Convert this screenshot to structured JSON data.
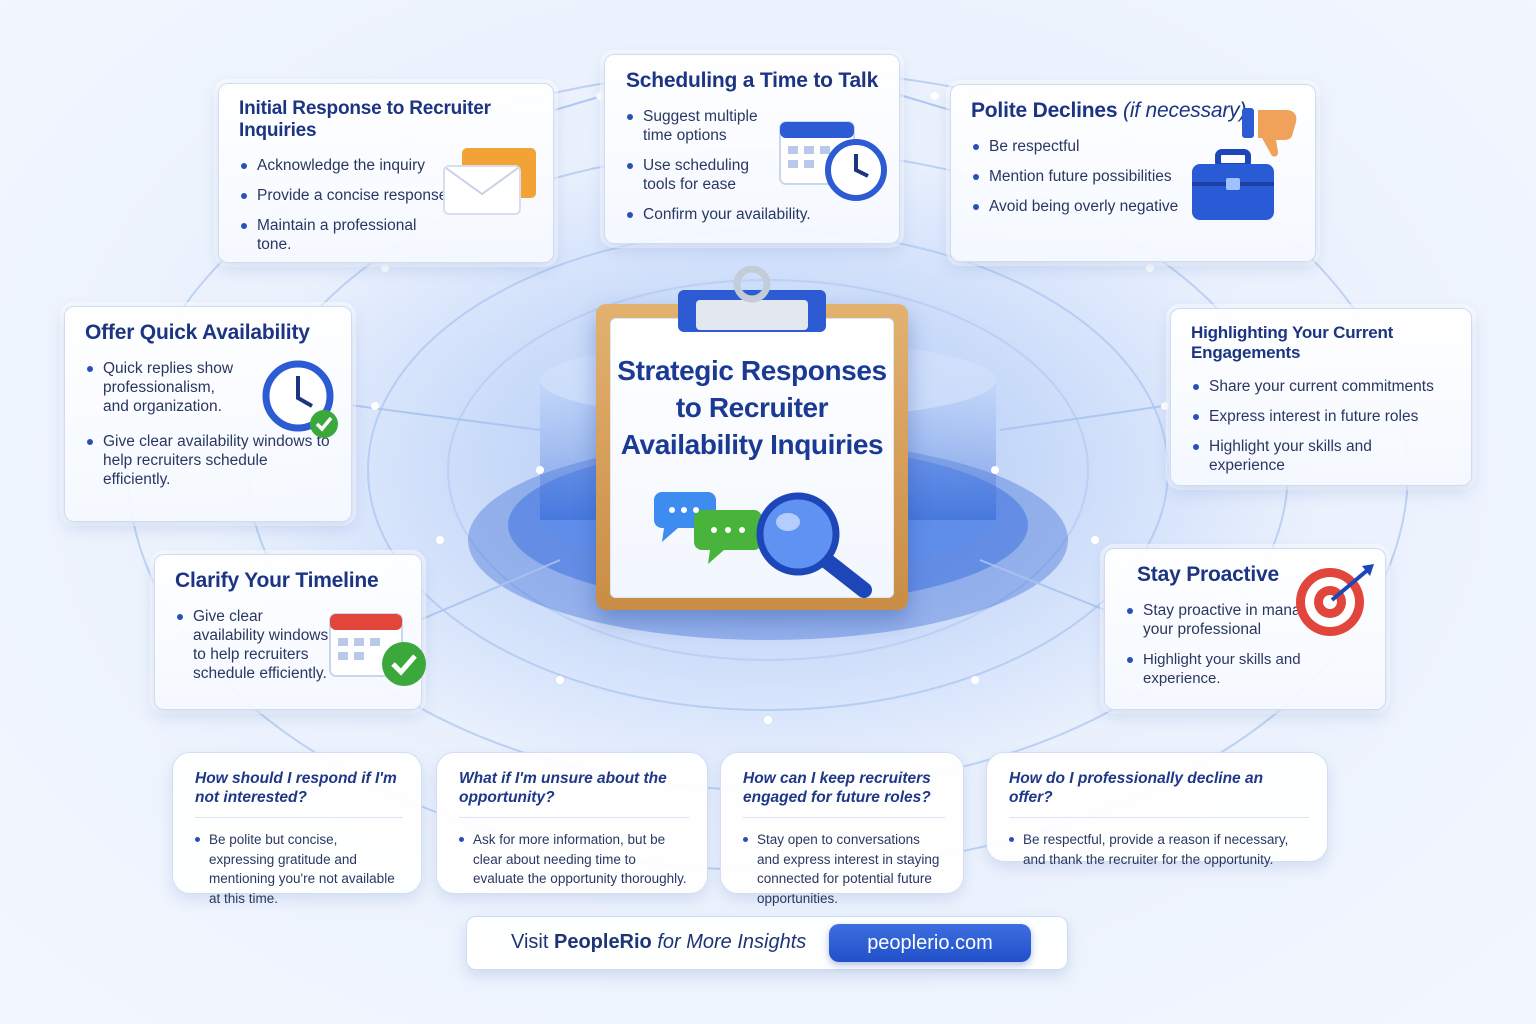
{
  "center": {
    "title_lines": [
      "Strategic Responses",
      "to Recruiter",
      "Availability Inquiries"
    ]
  },
  "cards": {
    "initial": {
      "title": "Initial Response to Recruiter Inquiries",
      "items": [
        "Acknowledge the inquiry",
        "Provide a concise response",
        "Maintain a professional tone."
      ]
    },
    "scheduling": {
      "title": "Scheduling a Time to Talk",
      "items": [
        "Suggest multiple time options",
        "Use scheduling tools for ease",
        "Confirm your availability."
      ]
    },
    "declines": {
      "title": "Polite Declines",
      "title_sub": "(if necessary)",
      "items": [
        "Be respectful",
        "Mention future possibilities",
        "Avoid being overly negative"
      ]
    },
    "offer": {
      "title": "Offer Quick Availability",
      "items": [
        "Quick replies show professionalism, and organization.",
        "Give clear availability windows to help recruiters schedule efficiently."
      ]
    },
    "highlight": {
      "title": "Highlighting Your Current Engagements",
      "items": [
        "Share your current commitments",
        "Express interest in future roles",
        "Highlight your skills and experience"
      ]
    },
    "clarify": {
      "title": "Clarify Your Timeline",
      "items": [
        "Give clear availability windows to help recruiters schedule efficiently."
      ]
    },
    "proactive": {
      "title": "Stay Proactive",
      "items": [
        "Stay proactive in managing your professional",
        "Highlight your skills and experience."
      ]
    }
  },
  "faqs": [
    {
      "q": "How should I respond if I'm not interested?",
      "a": "Be polite but concise, expressing gratitude and mentioning you're not available at this time."
    },
    {
      "q": "What if I'm unsure about the opportunity?",
      "a": "Ask for more information, but be clear about needing time to evaluate the opportunity thoroughly."
    },
    {
      "q": "How can I keep recruiters engaged for future roles?",
      "a": "Stay open to conversations and express interest in staying connected for potential future opportunities."
    },
    {
      "q": "How do I professionally decline an offer?",
      "a": "Be respectful, provide a reason if necessary, and thank the recruiter for the opportunity."
    }
  ],
  "footer": {
    "visit_prefix": "Visit ",
    "brand": "PeopleRio",
    "visit_suffix": " for More Insights",
    "url": "peoplerio.com"
  },
  "colors": {
    "accent": "#2150c9",
    "title": "#1c3482",
    "board": "#d49a52",
    "check": "#3aa83a"
  },
  "icons": [
    "envelope-icon",
    "calendar-clock-icon",
    "thumbs-down-icon",
    "briefcase-icon",
    "clock-check-icon",
    "calendar-check-icon",
    "target-icon",
    "chat-bubbles-icon",
    "magnifier-icon",
    "clipboard-icon"
  ]
}
